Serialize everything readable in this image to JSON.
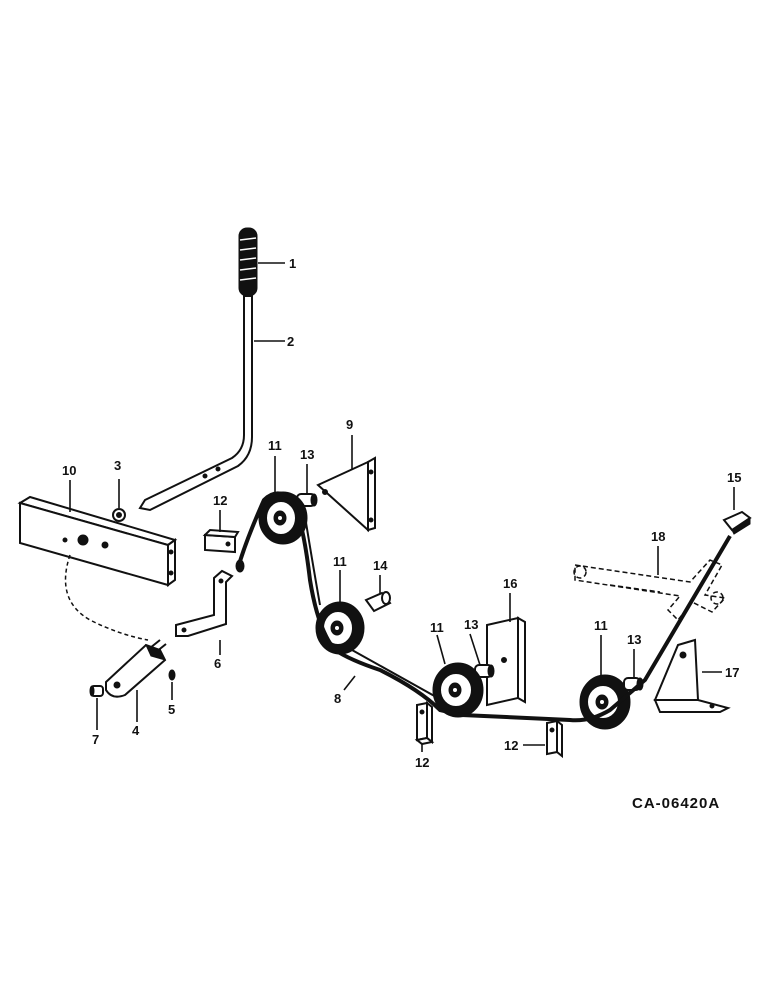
{
  "diagram": {
    "drawing_code": "CA-06420A",
    "callouts": [
      {
        "id": "c1",
        "text": "1"
      },
      {
        "id": "c2",
        "text": "2"
      },
      {
        "id": "c3",
        "text": "3"
      },
      {
        "id": "c4",
        "text": "4"
      },
      {
        "id": "c5",
        "text": "5"
      },
      {
        "id": "c6",
        "text": "6"
      },
      {
        "id": "c7",
        "text": "7"
      },
      {
        "id": "c8",
        "text": "8"
      },
      {
        "id": "c9",
        "text": "9"
      },
      {
        "id": "c10",
        "text": "10"
      },
      {
        "id": "c11a",
        "text": "11"
      },
      {
        "id": "c11b",
        "text": "11"
      },
      {
        "id": "c11c",
        "text": "11"
      },
      {
        "id": "c11d",
        "text": "11"
      },
      {
        "id": "c12a",
        "text": "12"
      },
      {
        "id": "c12b",
        "text": "12"
      },
      {
        "id": "c12c",
        "text": "12"
      },
      {
        "id": "c13a",
        "text": "13"
      },
      {
        "id": "c13b",
        "text": "13"
      },
      {
        "id": "c13c",
        "text": "13"
      },
      {
        "id": "c14",
        "text": "14"
      },
      {
        "id": "c15",
        "text": "15"
      },
      {
        "id": "c16",
        "text": "16"
      },
      {
        "id": "c17",
        "text": "17"
      },
      {
        "id": "c18",
        "text": "18"
      }
    ]
  }
}
